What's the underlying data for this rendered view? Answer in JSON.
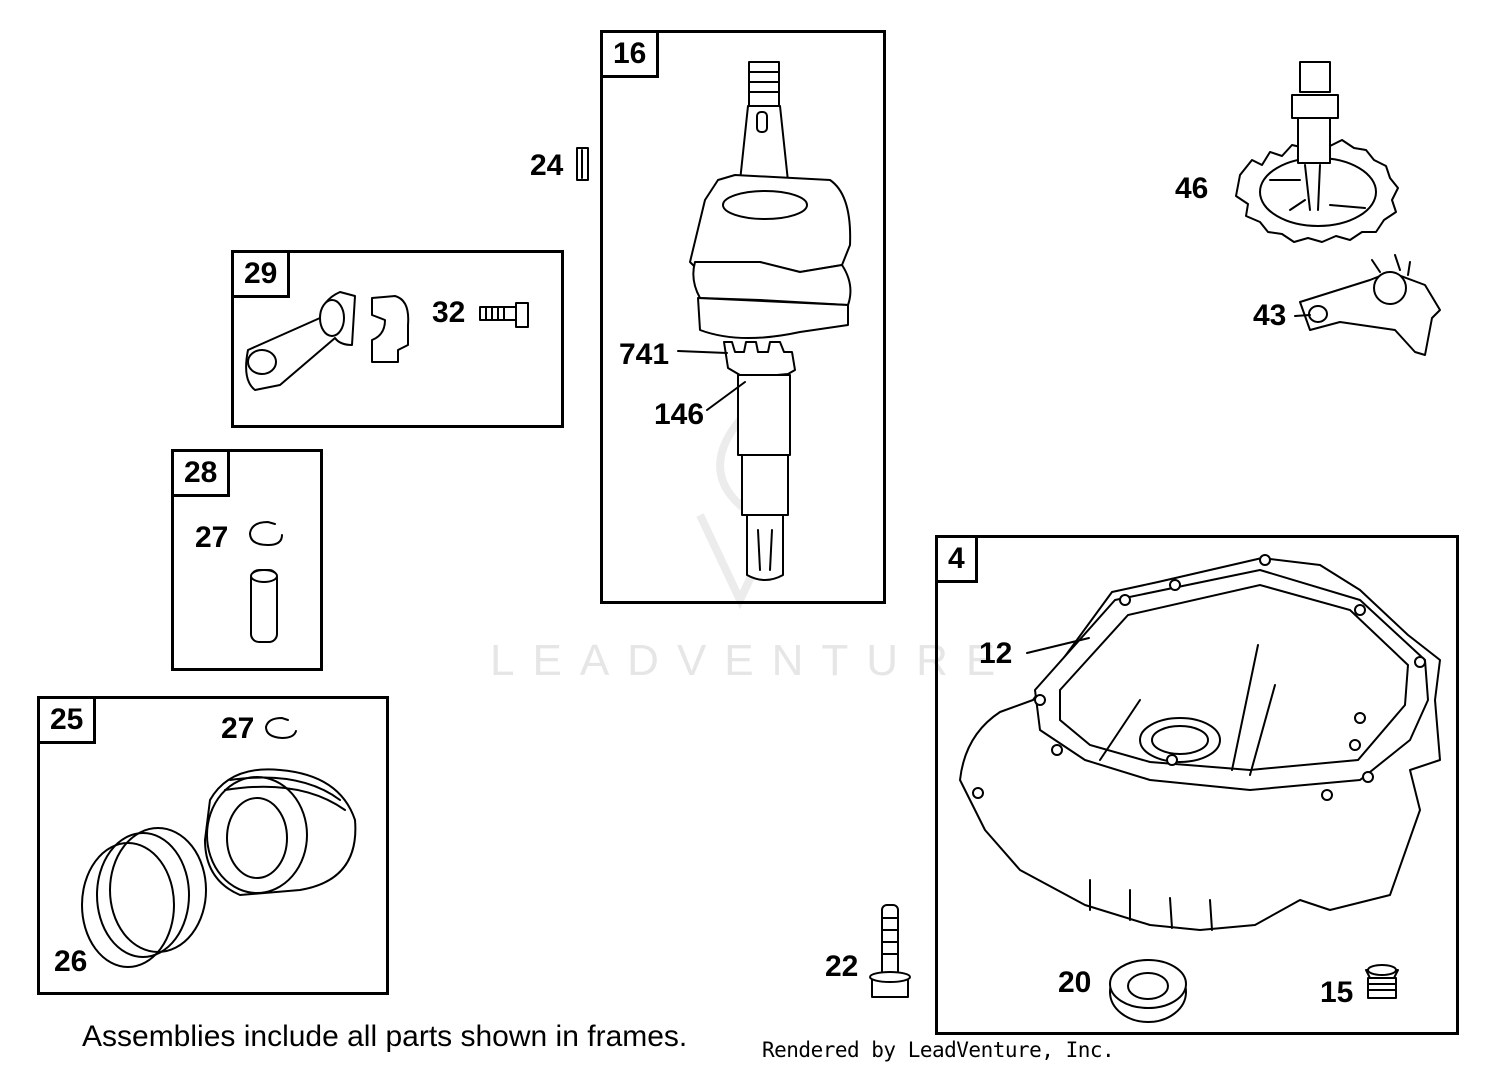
{
  "watermark": {
    "text": "LEADVENTURE"
  },
  "frames": {
    "f16": "16",
    "f29": "29",
    "f28": "28",
    "f25": "25",
    "f4": "4"
  },
  "parts": {
    "p24": "24",
    "p32": "32",
    "p741": "741",
    "p146": "146",
    "p27a": "27",
    "p27b": "27",
    "p26": "26",
    "p46": "46",
    "p43": "43",
    "p12": "12",
    "p22": "22",
    "p20": "20",
    "p15": "15"
  },
  "footer": {
    "note": "Assemblies include all parts shown in frames.",
    "credit": "Rendered by LeadVenture, Inc."
  }
}
